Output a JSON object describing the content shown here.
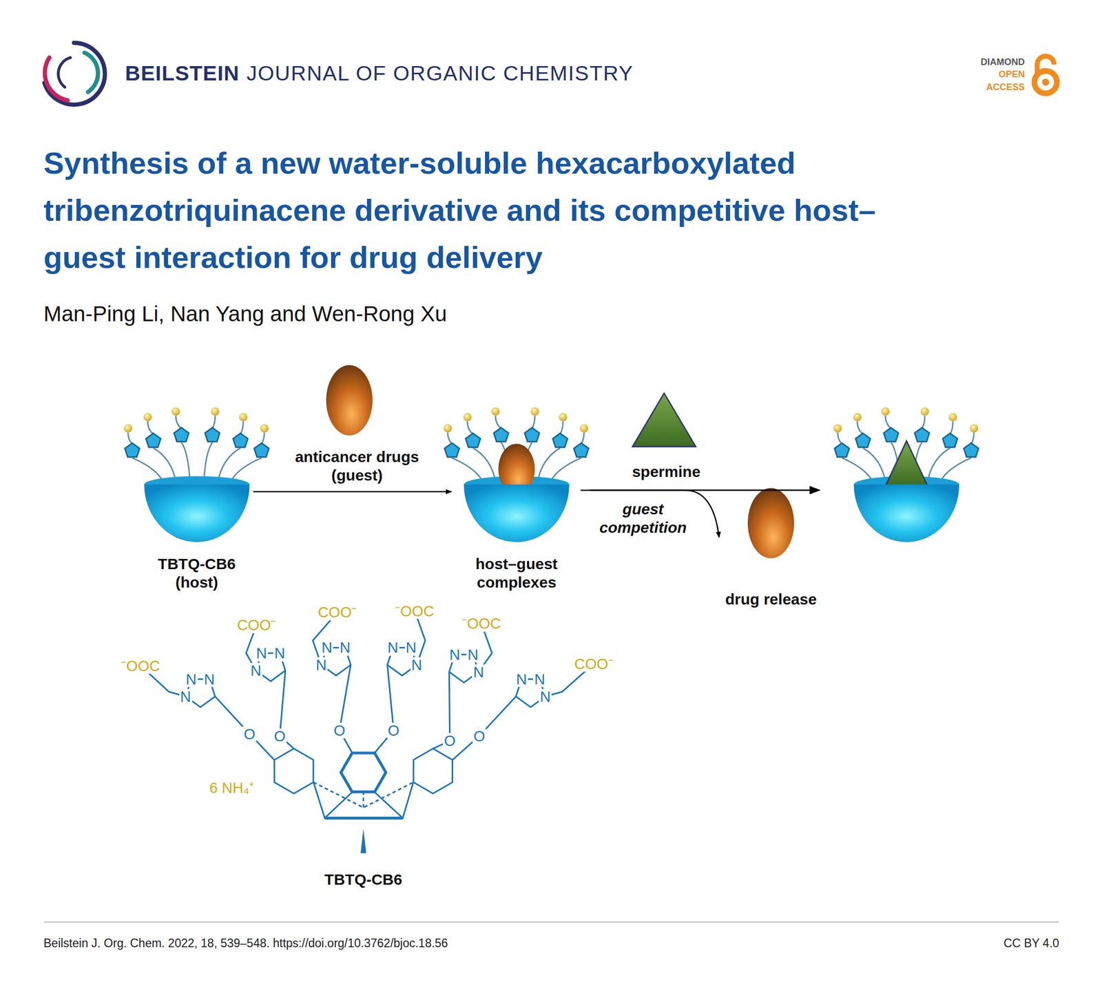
{
  "diagram": {
    "title": "Synthesis of a new water-soluble hexacarboxylated tribenzotriquinacene derivative and its competitive host–guest interaction for drug delivery",
    "nodes": [
      {
        "text": [
          "TBTQ-CB6 (host)"
        ]
      },
      {
        "text": [
          "host–guest complexes"
        ]
      },
      {
        "text": [
          "drug release"
        ]
      }
    ],
    "edges": [
      {
        "from": 0,
        "to": 1,
        "arrow": "to",
        "label": "anticancer drugs (guest)"
      },
      {
        "from": 1,
        "to": 2,
        "arrow": "to",
        "label": "guest competition"
      }
    ],
    "labels": [
      "BEILSTEIN",
      "JOURNAL OF ORGANIC CHEMISTRY",
      "DIAMOND",
      "OPEN",
      "ACCESS",
      "Man-Ping Li, Nan Yang and Wen-Rong Xu",
      "spermine",
      "⁻OOC",
      "COO⁻",
      "COO⁻",
      "⁻OOC",
      "⁻OOC",
      "COO⁻",
      "N",
      "N",
      "N",
      "N",
      "N",
      "N",
      "N",
      "N",
      "N",
      "N",
      "N",
      "N",
      "N",
      "N",
      "N",
      "N",
      "N",
      "N",
      "O",
      "O",
      "O",
      "O",
      "O",
      "O",
      "6 NH₄⁺",
      "TBTQ-CB6",
      "Beilstein J. Org. Chem. 2022, 18, 539–548. https://doi.org/10.3762/bjoc.18.56",
      "CC BY 4.0"
    ]
  }
}
